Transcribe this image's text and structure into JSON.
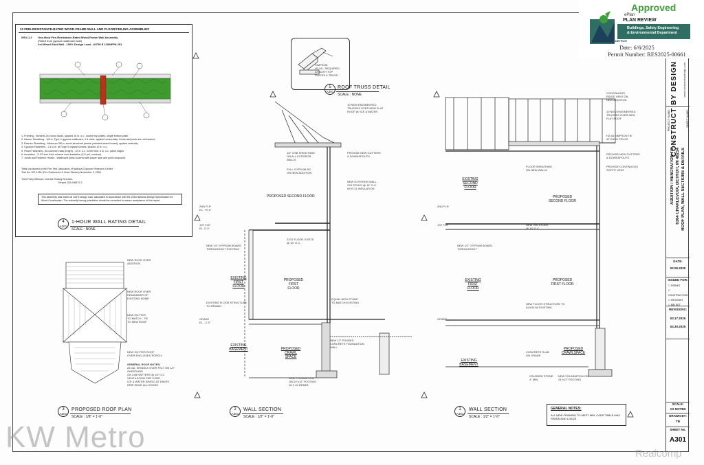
{
  "stamp": {
    "approved": "Approved",
    "eplan": "ePlan",
    "plan_review": "PLAN REVIEW",
    "dept_line1": "Buildings, Safety Engineering",
    "dept_line2": "& Environmental Department",
    "city": "CITY OF DETROIT",
    "date": "Date: 6/6/2025",
    "permit": "Permit Number: RES2025-00661"
  },
  "rating_panel": {
    "header": "12    FIRE-RESISTANCE-RATED WOOD-FRAME WALL AND FLOOR/CEILING ASSEMBLIES",
    "ref": "WS4-1.2",
    "subtitle": "One-Hour Fire-Resistance-Rated Wood-Frame Wall Assembly",
    "subtitle2": "(Rated from gypsum wallboard side)",
    "subtitle3": "2x4 Wood Stud Wall - 100% Design Load - ASTM E 119/NFPA 251",
    "notes": [
      "1.  Framing - Nominal 2x4 wood studs, spaced 16 in. o.c., double top plates, single bottom plate.",
      "2.  Interior Sheathing - 5/8 in. Type X gypsum wallboard, 4 ft. wide, applied horizontally. Horizontal joints are not blocked.",
      "3.  Exterior Sheathing - Minimum 3/8 in. wood structural panels (oriented strand board), applied vertically.",
      "4.  Gypsum Fasteners - 2-1/4 in. #6 Type S drywall screws, spaced 12 in. o.c.",
      "5.  Panel Fasteners - 6d common nails (bright) - 12 in. o.c. in the field, 6 in. o.c. panel edges",
      "6.  Insulation - 3-1/2 inch thick mineral wool insulation (2.5 pcf, nominal)",
      "7.  Joints and Fastener Heads - Wallboard joints covered with paper tape and joint compound."
    ],
    "test1": "Tests conducted at the Fire Test Laboratory of National Gypsum Research Center",
    "test2": "Test No:        WP-1261 (Fire Endurance & Hose Stream)        November 3, 2000",
    "test3": "Third Party Witness:       Intertek Testing Services",
    "test4": "Report J20-006572.3",
    "footnote": "This assembly was tested at 100% design load, calculated in accordance with the 2018 National Design Specification for Wood Construction. The authority having jurisdiction should be consulted to assure acceptance of this report."
  },
  "details": {
    "d4": {
      "num": "4",
      "sheet": "A301",
      "title": "1-HOUR WALL RATING DETAIL",
      "scale": "SCALE : NONE"
    },
    "d5": {
      "num": "5",
      "sheet": "A301",
      "title": "ROOF TRUSS DETAIL",
      "scale": "SCALE : NONE"
    },
    "d3": {
      "num": "3",
      "sheet": "A301",
      "title": "PROPOSED ROOF PLAN",
      "scale": "SCALE : 1/8\" = 1'-0\""
    },
    "d2": {
      "num": "2",
      "sheet": "A301",
      "title": "WALL SECTION",
      "scale": "SCALE : 1/2\" = 1'-0\""
    },
    "d1": {
      "num": "1",
      "sheet": "A301",
      "title": "WALL SECTION",
      "scale": "SCALE : 1/2\" = 1'-0\""
    }
  },
  "labels": {
    "proposed_second_floor": "PROPOSED SECOND FLOOR",
    "proposed_first_floor": "PROPOSED FIRST FLOOR",
    "existing_first_floor": "EXISTING FIRST FLOOR",
    "existing_second_floor": "EXISTING SECOND FLOOR",
    "existing_basement": "EXISTING BASEMENT",
    "proposed_crawl_space": "PROPOSED CRAWL SPACE",
    "proposed_crawlspace": "PROPOSED CRAWLSPACE",
    "existing_basement2": "EXISTING BASEMENT"
  },
  "general_notes": {
    "title": "GENERAL NOTES:",
    "text": "ALL NEW FRAMING TO MEET MIN. CODE TABLE MAX SPANS AND LOADS"
  },
  "title_block": {
    "firm": "CONSTRUCT BY DESIGN",
    "project_name_label": "PROJECT NAME:",
    "project_line1": "ADDITION / RENOVATION TO",
    "project_line2": "6364 CHARLEVOIX, DETROIT, MI 48214",
    "sheet_name_label": "SHEET NAME:",
    "sheet_name": "ROOF PLAN, WALL SECTIONS & DETAILS",
    "date_label": "DATE:",
    "date": "02.05.2025",
    "issued_label": "ISSUED FOR:",
    "issued": [
      "PERMIT",
      "CONSTRUCTION",
      "REVISION",
      "BID SET"
    ],
    "revisions_label": "REVISIONS:",
    "revisions": [
      "03.17.2025",
      "04.30.2025"
    ],
    "scale_label": "SCALE:",
    "scale": "AS NOTED",
    "drawn_label": "DRAWN BY:",
    "drawn": "TB",
    "sheet_no_label": "SHEET No.",
    "sheet_no": "A301"
  },
  "watermarks": {
    "left": "KW Metro",
    "right": "Realcomp"
  }
}
